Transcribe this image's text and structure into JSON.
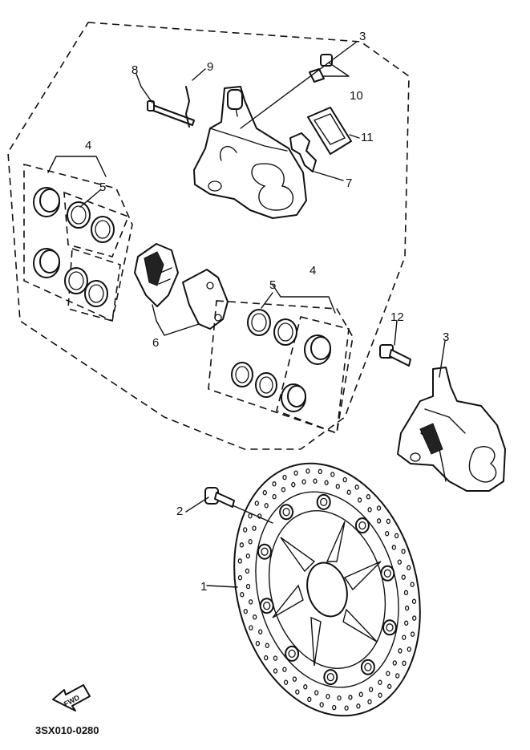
{
  "diagram": {
    "callouts": {
      "c1": "1",
      "c2": "2",
      "c3a": "3",
      "c3b": "3",
      "c4a": "4",
      "c4b": "4",
      "c5a": "5",
      "c5b": "5",
      "c6": "6",
      "c7": "7",
      "c8": "8",
      "c9": "9",
      "c10": "10",
      "c11": "11",
      "c12": "12"
    },
    "fwd_label": "FWD",
    "figure_code": "3SX010-0280"
  }
}
